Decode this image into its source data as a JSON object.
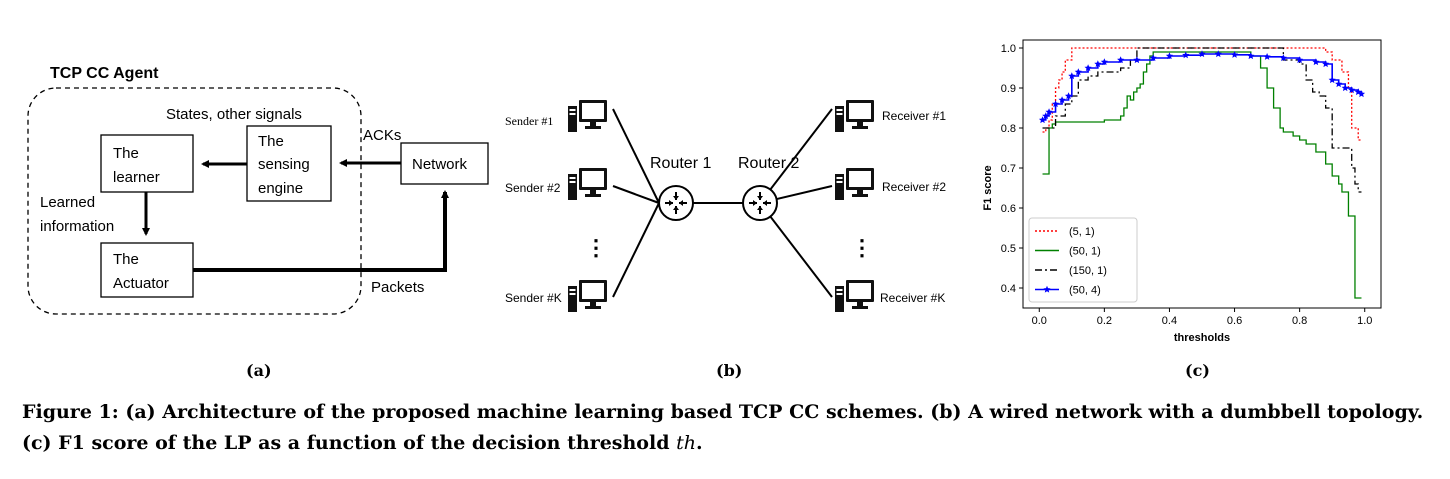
{
  "panel_a": {
    "title": "TCP CC Agent",
    "states_label": "States, other signals",
    "sensing_line1": "The",
    "sensing_line2": "sensing",
    "sensing_line3": "engine",
    "learner_line1": "The",
    "learner_line2": "learner",
    "actuator_line1": "The",
    "actuator_line2": "Actuator",
    "network_label": "Network",
    "acks_label": "ACKs",
    "learned_line1": "Learned",
    "learned_line2": "information",
    "packets_label": "Packets"
  },
  "panel_b": {
    "senders": [
      "Sender #1",
      "Sender #2",
      "Sender #K"
    ],
    "receivers": [
      "Receiver #1",
      "Receiver #2",
      "Receiver #K"
    ],
    "router1": "Router 1",
    "router2": "Router 2",
    "ellipsis": "⋮"
  },
  "sublabels": {
    "a": "(a)",
    "b": "(b)",
    "c": "(c)"
  },
  "caption": {
    "main": "Figure 1: (a) Architecture of the proposed machine learning based TCP CC schemes. (b) A wired network with a dumbbell topology. (c) F1 score of the LP as a function of the decision threshold ",
    "symbol": "th",
    "end": "."
  },
  "chart_data": {
    "type": "line",
    "xlabel": "thresholds",
    "ylabel": "F1 score",
    "xlim": [
      -0.05,
      1.05
    ],
    "ylim": [
      0.35,
      1.02
    ],
    "xticks": [
      0.0,
      0.2,
      0.4,
      0.6,
      0.8,
      1.0
    ],
    "xtick_labels": [
      "0.0",
      "0.2",
      "0.4",
      "0.6",
      "0.8",
      "1.0"
    ],
    "yticks": [
      0.4,
      0.5,
      0.6,
      0.7,
      0.8,
      0.9,
      1.0
    ],
    "ytick_labels": [
      "0.4",
      "0.5",
      "0.6",
      "0.7",
      "0.8",
      "0.9",
      "1.0"
    ],
    "legend_position": "lower-left",
    "grid": false,
    "series": [
      {
        "name": "(5, 1)",
        "color": "#ff0000",
        "dash": "dotted",
        "x": [
          0.01,
          0.02,
          0.03,
          0.04,
          0.05,
          0.06,
          0.07,
          0.08,
          0.1,
          0.2,
          0.3,
          0.4,
          0.5,
          0.6,
          0.7,
          0.8,
          0.86,
          0.88,
          0.9,
          0.93,
          0.95,
          0.96,
          0.98,
          0.99
        ],
        "y": [
          0.79,
          0.8,
          0.82,
          0.86,
          0.9,
          0.92,
          0.94,
          0.97,
          1.0,
          1.0,
          1.0,
          1.0,
          1.0,
          1.0,
          1.0,
          1.0,
          1.0,
          0.99,
          0.97,
          0.94,
          0.9,
          0.8,
          0.77,
          0.77
        ]
      },
      {
        "name": "(50, 1)",
        "color": "#008000",
        "dash": "solid",
        "x": [
          0.01,
          0.02,
          0.03,
          0.04,
          0.05,
          0.1,
          0.15,
          0.2,
          0.23,
          0.25,
          0.26,
          0.27,
          0.28,
          0.29,
          0.3,
          0.31,
          0.32,
          0.33,
          0.34,
          0.35,
          0.38,
          0.4,
          0.5,
          0.6,
          0.65,
          0.68,
          0.7,
          0.72,
          0.74,
          0.75,
          0.78,
          0.8,
          0.82,
          0.85,
          0.88,
          0.9,
          0.92,
          0.93,
          0.95,
          0.96,
          0.97,
          0.98,
          0.99
        ],
        "y": [
          0.685,
          0.685,
          0.8,
          0.81,
          0.815,
          0.815,
          0.815,
          0.82,
          0.82,
          0.83,
          0.85,
          0.88,
          0.87,
          0.89,
          0.9,
          0.91,
          0.94,
          0.96,
          0.98,
          0.99,
          0.99,
          0.99,
          0.99,
          0.99,
          0.98,
          0.95,
          0.9,
          0.85,
          0.8,
          0.79,
          0.78,
          0.77,
          0.76,
          0.74,
          0.71,
          0.68,
          0.66,
          0.64,
          0.58,
          0.58,
          0.375,
          0.375,
          0.375
        ]
      },
      {
        "name": "(150, 1)",
        "color": "#000000",
        "dash": "dashdot",
        "x": [
          0.01,
          0.03,
          0.05,
          0.08,
          0.1,
          0.12,
          0.15,
          0.18,
          0.2,
          0.25,
          0.28,
          0.3,
          0.35,
          0.4,
          0.5,
          0.6,
          0.7,
          0.75,
          0.8,
          0.82,
          0.84,
          0.86,
          0.88,
          0.9,
          0.93,
          0.95,
          0.96,
          0.97,
          0.98,
          0.99
        ],
        "y": [
          0.8,
          0.8,
          0.83,
          0.86,
          0.88,
          0.92,
          0.93,
          0.94,
          0.94,
          0.95,
          0.97,
          1.0,
          1.0,
          1.0,
          1.0,
          1.0,
          1.0,
          0.97,
          0.96,
          0.92,
          0.89,
          0.88,
          0.85,
          0.75,
          0.75,
          0.75,
          0.7,
          0.66,
          0.64,
          0.64
        ]
      },
      {
        "name": "(50, 4)",
        "color": "#0000ff",
        "dash": "solid",
        "marker": "star",
        "x": [
          0.01,
          0.02,
          0.03,
          0.05,
          0.07,
          0.09,
          0.1,
          0.12,
          0.15,
          0.18,
          0.2,
          0.25,
          0.3,
          0.35,
          0.4,
          0.45,
          0.5,
          0.55,
          0.6,
          0.65,
          0.7,
          0.75,
          0.8,
          0.85,
          0.88,
          0.9,
          0.92,
          0.94,
          0.96,
          0.98,
          0.99
        ],
        "y": [
          0.82,
          0.83,
          0.84,
          0.86,
          0.87,
          0.88,
          0.93,
          0.94,
          0.95,
          0.96,
          0.965,
          0.97,
          0.97,
          0.975,
          0.98,
          0.982,
          0.985,
          0.985,
          0.983,
          0.98,
          0.978,
          0.975,
          0.97,
          0.965,
          0.96,
          0.92,
          0.91,
          0.9,
          0.895,
          0.89,
          0.885
        ]
      }
    ]
  }
}
